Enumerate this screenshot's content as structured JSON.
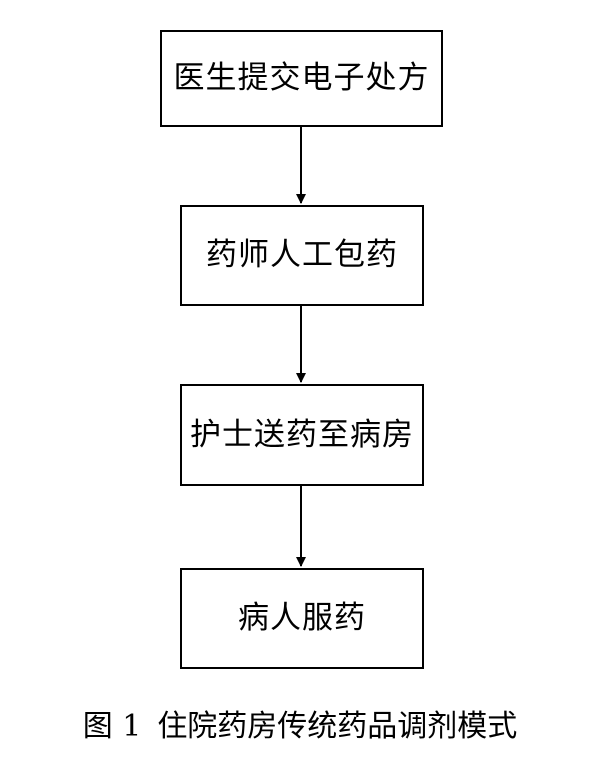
{
  "flow": {
    "steps": [
      {
        "label": "医生提交电子处方"
      },
      {
        "label": "药师人工包药"
      },
      {
        "label": "护士送药至病房"
      },
      {
        "label": "病人服药"
      }
    ]
  },
  "caption": {
    "figure_number": "图 1",
    "title": "住院药房传统药品调剂模式"
  }
}
